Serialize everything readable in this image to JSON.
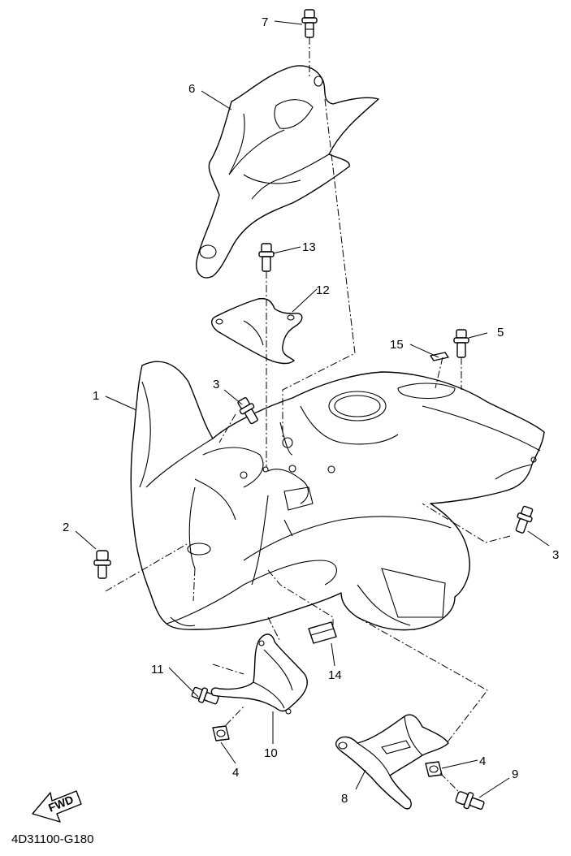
{
  "diagram_code": "4D31100-G180",
  "fwd_label": "FWD",
  "callouts": {
    "c1": "1",
    "c2": "2",
    "c3a": "3",
    "c3b": "3",
    "c4a": "4",
    "c4b": "4",
    "c5": "5",
    "c6": "6",
    "c7": "7",
    "c8": "8",
    "c9": "9",
    "c10": "10",
    "c11": "11",
    "c12": "12",
    "c13": "13",
    "c14": "14",
    "c15": "15"
  }
}
